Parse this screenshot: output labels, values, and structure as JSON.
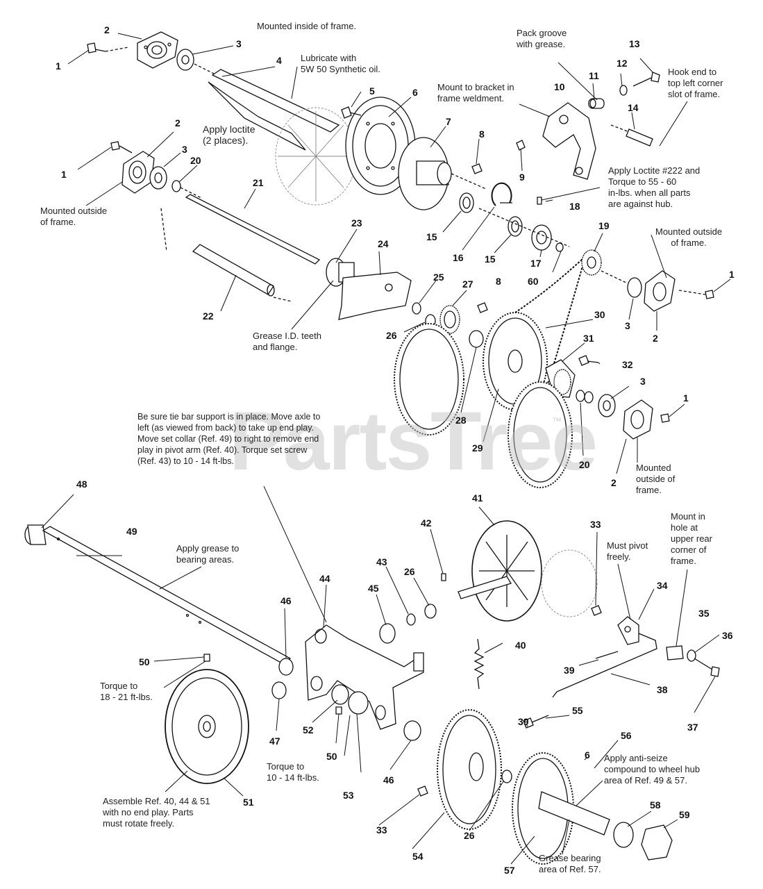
{
  "watermark": "PartsTree",
  "watermark_tm": "™",
  "colors": {
    "ink": "#111111",
    "gray": "#bdbdbd",
    "paper": "#ffffff"
  },
  "notes": [
    "Mounted inside of frame.",
    "Lubricate with\n5W 50 Synthetic oil.",
    "Pack groove\nwith grease.",
    "Hook end to\ntop left corner\nslot of frame.",
    "Mount to bracket in\nframe weldment.",
    "Apply loctite\n(2 places).",
    "Mounted outside\nof frame.",
    "Apply Loctite #222 and\nTorque to 55 - 60\nin-lbs. when all parts\nare against hub.",
    "Mounted outside\nof frame.",
    "Grease I.D. teeth\nand flange.",
    "Mounted\noutside of\nframe.",
    "Be sure tie bar support is in place. Move axle to\nleft (as viewed from back) to take up end play.\nMove set collar (Ref. 49) to right to remove end\nplay in pivot arm (Ref. 40). Torque set screw\n(Ref. 43) to 10 - 14 ft-lbs.",
    "Apply grease to\nbearing areas.",
    "Must pivot\nfreely.",
    "Mount in\nhole at\nupper rear\ncorner of\nframe.",
    "Torque to\n18 - 21 ft-lbs.",
    "Torque to\n10 - 14 ft-lbs.",
    "Apply anti-seize\ncompound to wheel hub\narea of Ref. 49 & 57.",
    "Assemble Ref. 40, 44 & 51\nwith no end play. Parts\nmust rotate freely.",
    "Grease bearing\narea of Ref. 57."
  ],
  "callouts": [
    "2",
    "1",
    "3",
    "4",
    "5",
    "6",
    "7",
    "8",
    "9",
    "10",
    "11",
    "12",
    "13",
    "14",
    "2",
    "1",
    "3",
    "20",
    "21",
    "22",
    "23",
    "24",
    "25",
    "26",
    "27",
    "8",
    "15",
    "16",
    "15",
    "17",
    "18",
    "19",
    "60",
    "3",
    "2",
    "1",
    "30",
    "31",
    "32",
    "3",
    "28",
    "29",
    "20",
    "2",
    "1",
    "48",
    "49",
    "41",
    "42",
    "43",
    "26",
    "45",
    "33",
    "34",
    "35",
    "36",
    "37",
    "38",
    "39",
    "40",
    "44",
    "46",
    "50",
    "47",
    "52",
    "50",
    "53",
    "46",
    "39",
    "55",
    "56",
    "6",
    "58",
    "59",
    "33",
    "54",
    "26",
    "57",
    "51"
  ]
}
